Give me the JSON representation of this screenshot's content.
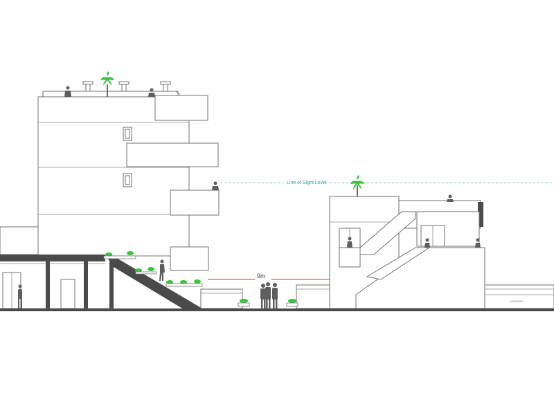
{
  "annotations": {
    "sight_label": "Line of Sight Level",
    "distance_label": "9m",
    "tiny_label": "UNKNOWN"
  },
  "colors": {
    "line": "#6f6f6f",
    "slab": "#4a4a4a",
    "people": "#5e5e5e",
    "plants": "#39c43c",
    "sight_line": "#7ec9c4",
    "dimension": "#a04a4a"
  }
}
